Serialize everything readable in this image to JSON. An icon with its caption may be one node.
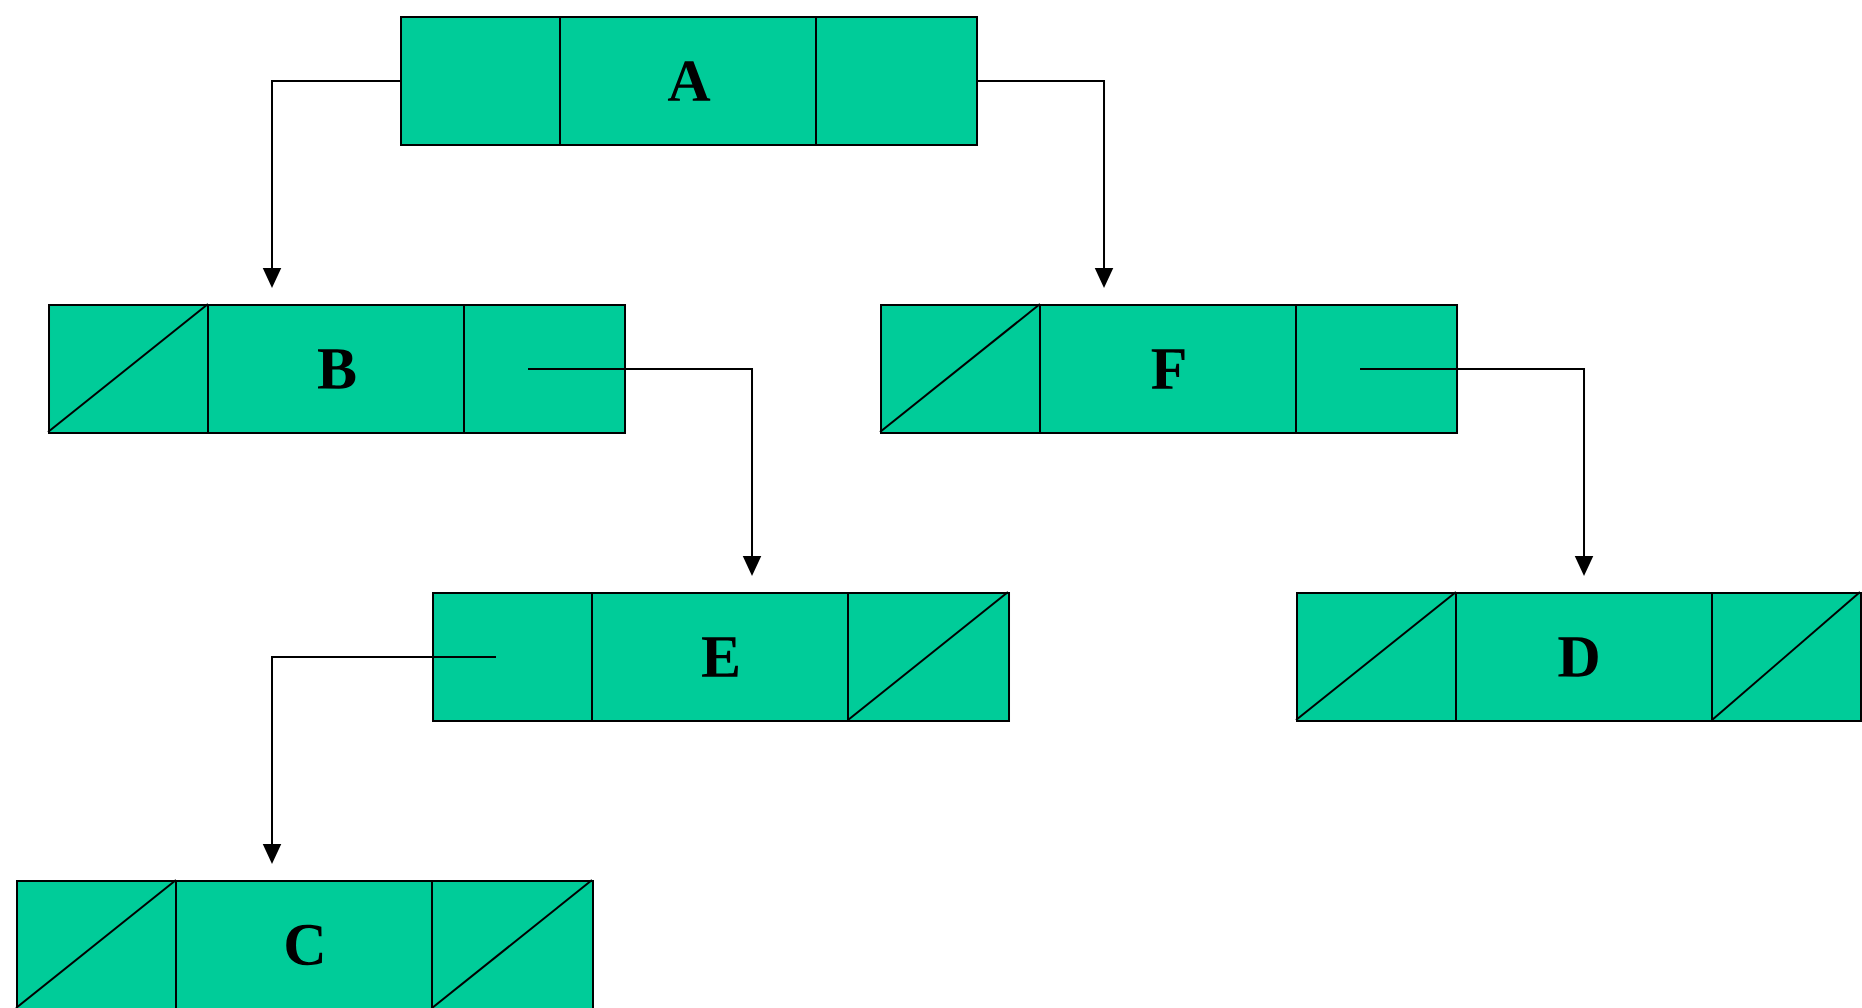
{
  "diagram": {
    "nodes": [
      {
        "text": [
          "A"
        ]
      },
      {
        "text": [
          "B"
        ]
      },
      {
        "text": [
          "F"
        ]
      },
      {
        "text": [
          "E"
        ]
      },
      {
        "text": [
          "D"
        ]
      },
      {
        "text": [
          "C"
        ]
      }
    ],
    "edges": [
      {
        "from": 0,
        "to": 1,
        "arrow": "to"
      },
      {
        "from": 0,
        "to": 2,
        "arrow": "to"
      },
      {
        "from": 1,
        "to": 3,
        "arrow": "to"
      },
      {
        "from": 2,
        "to": 4,
        "arrow": "to"
      },
      {
        "from": 3,
        "to": 5,
        "arrow": "to"
      }
    ]
  }
}
